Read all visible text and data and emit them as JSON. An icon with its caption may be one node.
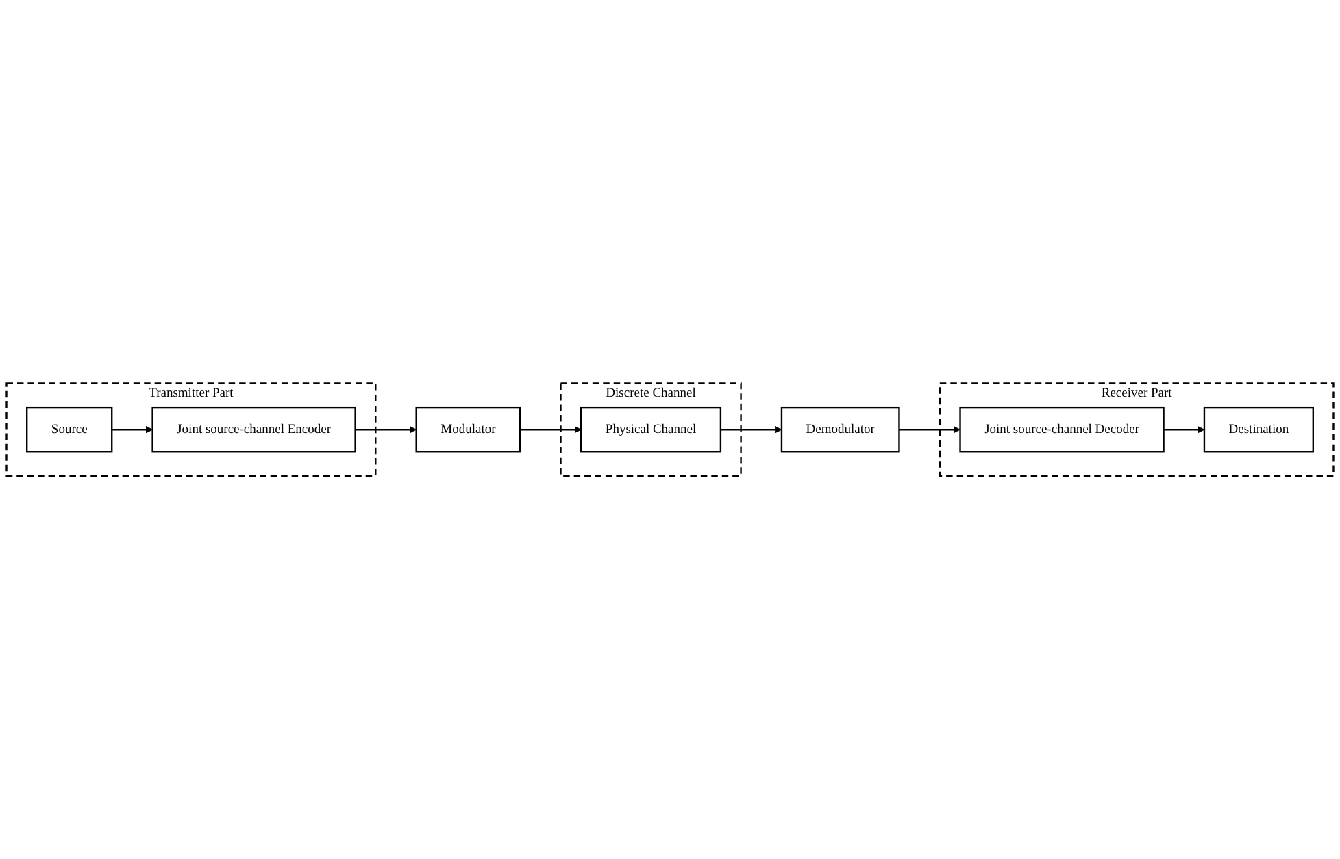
{
  "diagram": {
    "nodes": [
      {
        "text": [
          "Transmitter Part"
        ]
      },
      {
        "text": [
          "Source"
        ],
        "in": 0
      },
      {
        "text": [
          "Joint source-channel Encoder"
        ],
        "in": 0
      },
      {
        "text": [
          "Discrete Channel"
        ]
      },
      {
        "text": [
          "Modulator"
        ]
      },
      {
        "text": [
          "Physical Channel"
        ],
        "in": 3
      },
      {
        "text": [
          "Receiver Part"
        ]
      },
      {
        "text": [
          "Destination"
        ],
        "in": 6
      },
      {
        "text": [
          "Joint source-channel Decoder"
        ],
        "in": 6
      },
      {
        "text": [
          "Demodulator"
        ]
      }
    ],
    "edges": [
      {
        "from": 1,
        "to": 2,
        "arrow": "to"
      },
      {
        "from": 2,
        "to": 4,
        "arrow": "to"
      },
      {
        "from": 4,
        "to": 5,
        "arrow": "to"
      },
      {
        "from": 5,
        "to": 9,
        "arrow": "to"
      },
      {
        "from": 9,
        "to": 8,
        "arrow": "to"
      },
      {
        "from": 8,
        "to": 7,
        "arrow": "to"
      }
    ]
  }
}
